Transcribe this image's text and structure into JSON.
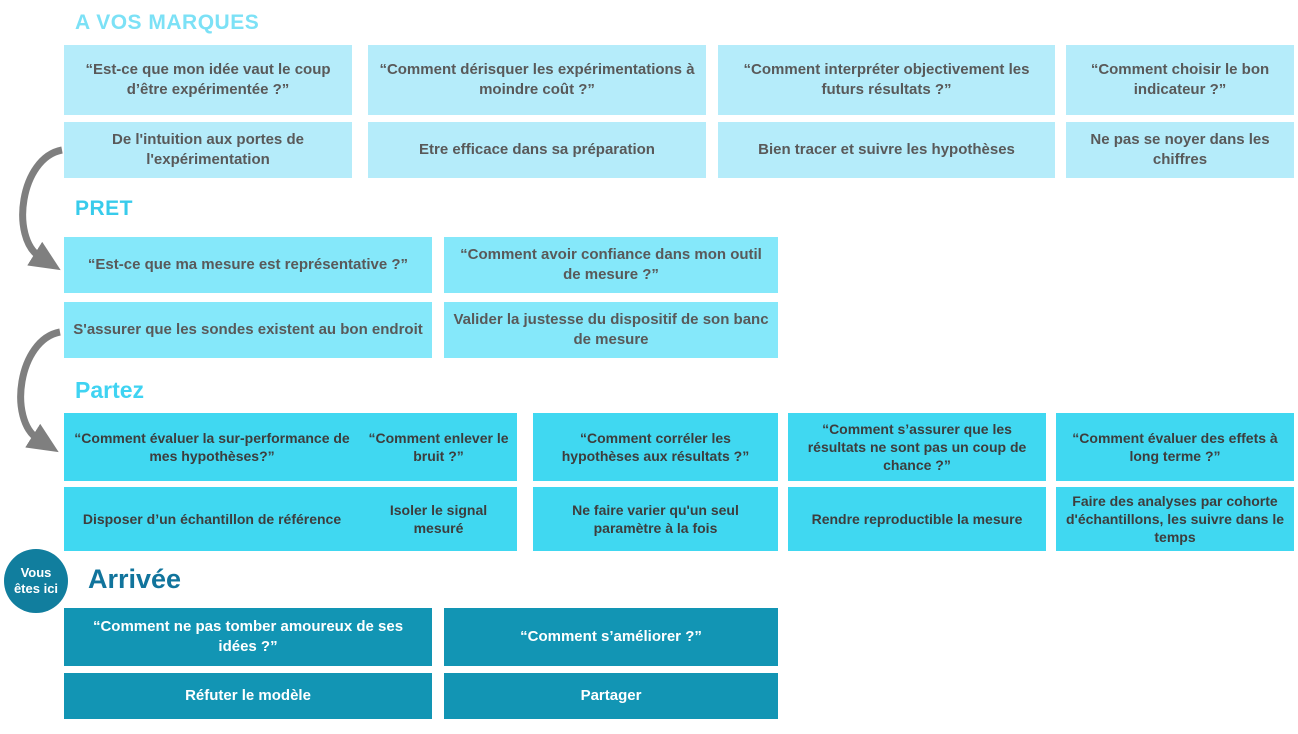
{
  "badge": {
    "line1": "Vous",
    "line2": "êtes ici"
  },
  "colors": {
    "section1_box": "#b5ecfa",
    "section2_box": "#85e8fa",
    "section3_box": "#40d8f1",
    "section4_box": "#1295b4",
    "heading1": "#7ce1f6",
    "heading2": "#38cbeb",
    "heading3": "#3fd3f2",
    "heading4": "#11749c",
    "badge_background": "#117e9e",
    "arrow_gray": "#7f7f7f",
    "text_gray": "#595959",
    "text_dark": "#3d3d3d",
    "text_white": "#ffffff"
  },
  "sections": [
    {
      "title": "A VOS MARQUES",
      "questions": [
        "“Est-ce que mon idée vaut le coup d’être expérimentée ?”",
        "“Comment dérisquer les expérimentations à moindre coût ?”",
        "“Comment interpréter objectivement les futurs résultats ?”",
        "“Comment choisir le bon indicateur ?”"
      ],
      "answers": [
        "De l'intuition aux portes de l'expérimentation",
        "Etre efficace dans sa préparation",
        "Bien tracer et suivre les hypothèses",
        "Ne pas se noyer dans les chiffres"
      ]
    },
    {
      "title": "PRET",
      "questions": [
        "“Est-ce que ma mesure est représentative ?”",
        "“Comment avoir confiance dans mon outil de mesure ?”"
      ],
      "answers": [
        "S'assurer que les sondes existent au bon endroit",
        "Valider la justesse du dispositif de son banc de mesure"
      ]
    },
    {
      "title": "Partez",
      "questions": [
        "“Comment évaluer la sur-performance de mes hypothèses?”",
        "“Comment enlever le bruit ?”",
        "“Comment corréler les hypothèses aux résultats ?”",
        "“Comment s’assurer que les résultats ne sont pas un coup de chance ?”",
        "“Comment évaluer des effets à long terme ?”"
      ],
      "answers": [
        "Disposer d’un échantillon de référence",
        "Isoler le signal mesuré",
        "Ne faire varier qu'un seul paramètre à la fois",
        "Rendre reproductible la mesure",
        "Faire des analyses par cohorte d'échantillons, les suivre dans le temps"
      ]
    },
    {
      "title": "Arrivée",
      "questions": [
        "“Comment ne pas tomber amoureux de ses idées ?”",
        "“Comment s’améliorer ?”"
      ],
      "answers": [
        "Réfuter le modèle",
        "Partager"
      ]
    }
  ]
}
